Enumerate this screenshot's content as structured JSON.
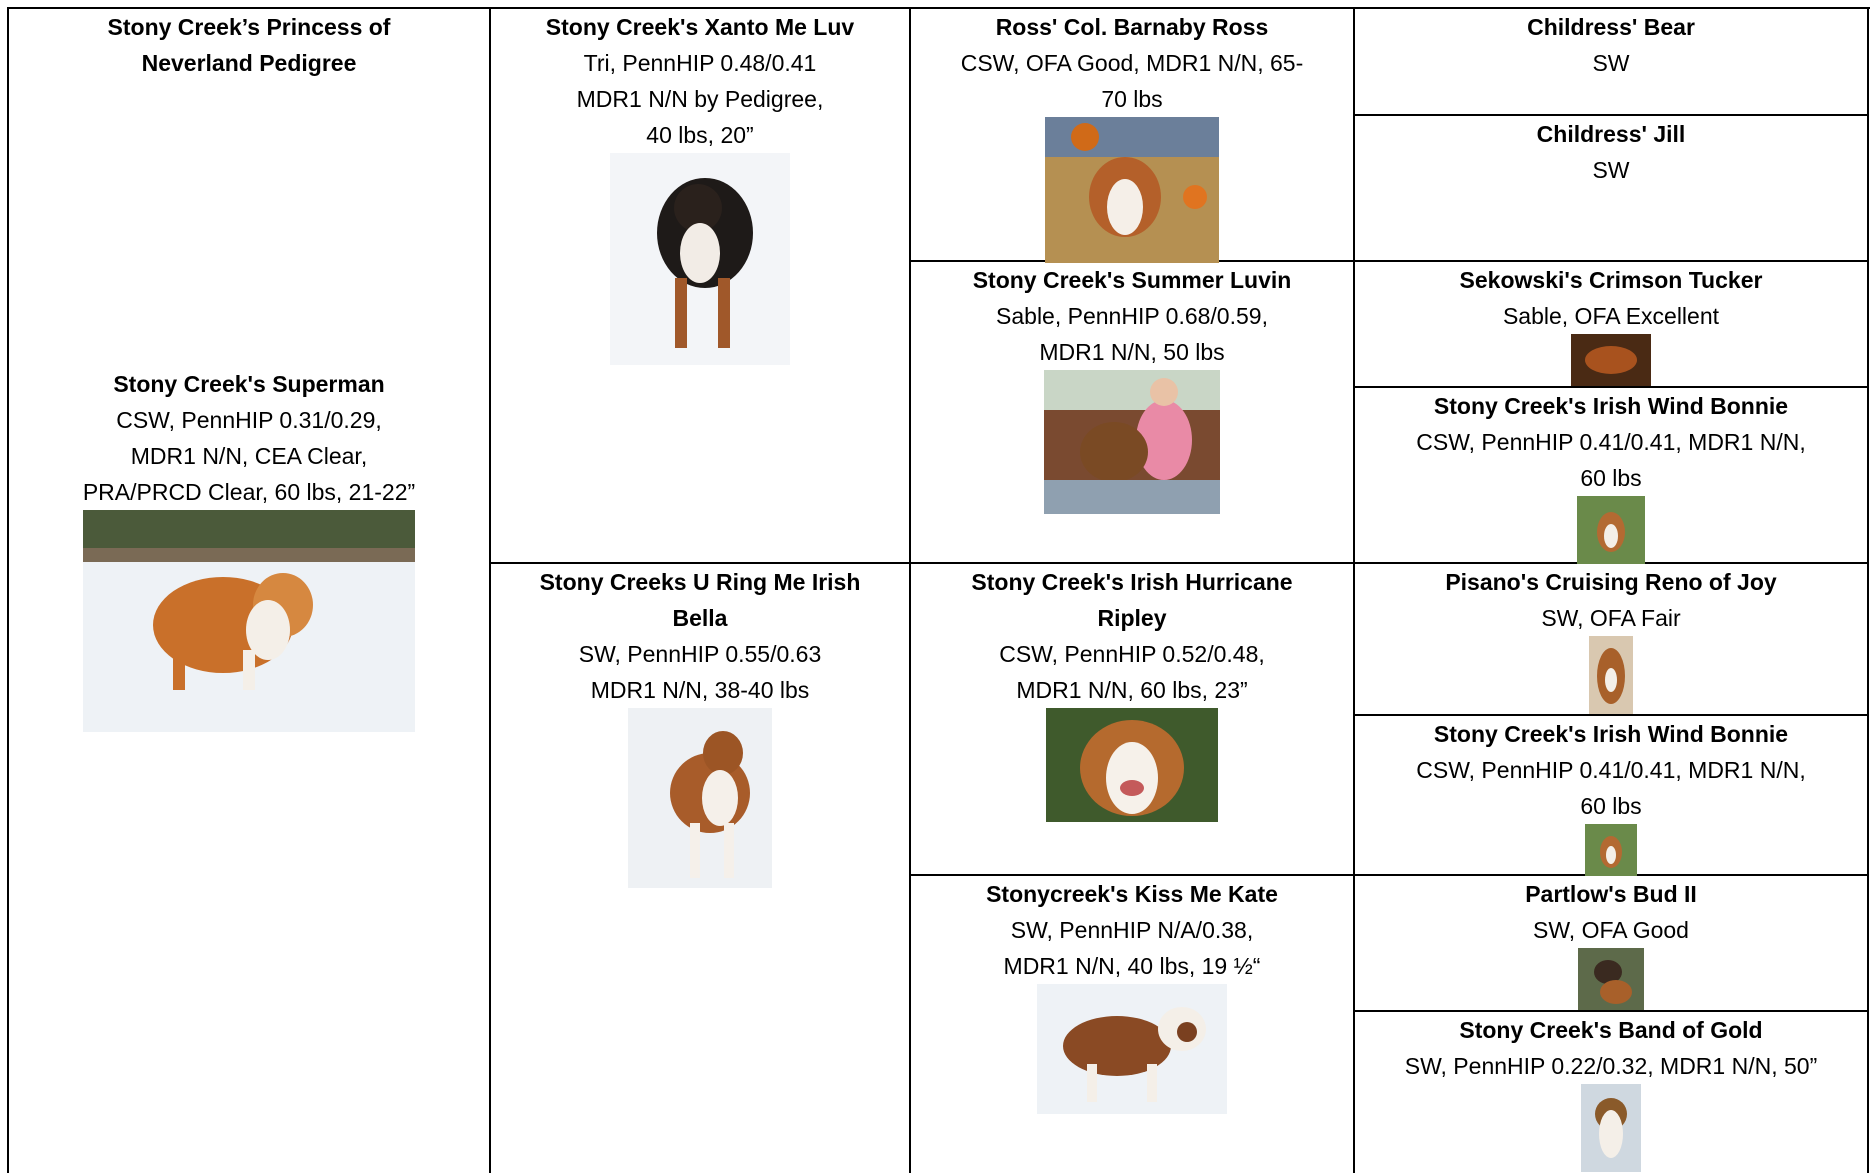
{
  "title": "Stony Creek’s Princess of Neverland Pedigree",
  "gen1": {
    "name": "Stony Creek's Superman",
    "info": [
      "CSW, PennHIP 0.31/0.29,",
      "MDR1 N/N, CEA Clear,",
      "PRA/PRCD Clear, 60 lbs, 21-22”"
    ]
  },
  "gen2": [
    {
      "name": "Stony Creek's Xanto Me Luv",
      "info": [
        "Tri, PennHIP 0.48/0.41",
        "MDR1 N/N by Pedigree,",
        "40 lbs, 20”"
      ]
    },
    {
      "name_lines": [
        "Stony Creeks U Ring Me Irish",
        "Bella"
      ],
      "info": [
        "SW, PennHIP 0.55/0.63",
        "MDR1 N/N, 38-40 lbs"
      ]
    }
  ],
  "gen3": [
    {
      "name": "Ross' Col. Barnaby Ross",
      "info": [
        "CSW, OFA Good, MDR1 N/N, 65-",
        "70 lbs"
      ]
    },
    {
      "name": "Stony Creek's Summer Luvin",
      "info": [
        "Sable, PennHIP 0.68/0.59,",
        "MDR1 N/N, 50 lbs"
      ]
    },
    {
      "name_lines": [
        "Stony Creek's Irish Hurricane",
        "Ripley"
      ],
      "info": [
        "CSW, PennHIP 0.52/0.48,",
        "MDR1 N/N, 60 lbs, 23”"
      ]
    },
    {
      "name": "Stonycreek's Kiss Me Kate",
      "info": [
        "SW, PennHIP N/A/0.38,",
        "MDR1 N/N, 40 lbs, 19 ½“"
      ]
    }
  ],
  "gen4": [
    {
      "name": "Childress' Bear",
      "info": [
        "SW"
      ]
    },
    {
      "name": "Childress' Jill",
      "info": [
        "SW"
      ]
    },
    {
      "name": "Sekowski's Crimson Tucker",
      "info": [
        "Sable, OFA Excellent"
      ]
    },
    {
      "name": "Stony Creek's Irish Wind Bonnie",
      "info": [
        "CSW, PennHIP 0.41/0.41, MDR1 N/N,",
        "60 lbs"
      ]
    },
    {
      "name": "Pisano's Cruising Reno of Joy",
      "info": [
        "SW, OFA Fair"
      ]
    },
    {
      "name": "Stony Creek's Irish Wind Bonnie",
      "info": [
        "CSW, PennHIP 0.41/0.41, MDR1 N/N,",
        "60 lbs"
      ]
    },
    {
      "name": "Partlow's Bud II",
      "info": [
        "SW, OFA Good"
      ]
    },
    {
      "name": "Stony Creek's Band of Gold",
      "info": [
        "SW, PennHIP 0.22/0.32, MDR1 N/N, 50”"
      ]
    }
  ]
}
